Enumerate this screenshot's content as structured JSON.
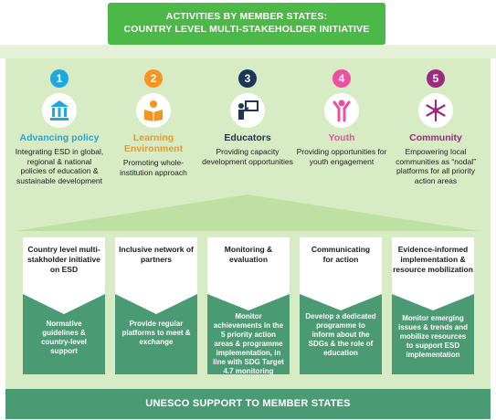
{
  "banner": {
    "line1": "ACTIVITIES BY MEMBER STATES:",
    "line2": "COUNTRY LEVEL MULTI-STAKEHOLDER INITIATIVE"
  },
  "areas": [
    {
      "number": "1",
      "title": "Advancing policy",
      "desc": "Integrating ESD in global, regional & national policies of education & sustainable development",
      "color": "#1fa7e0",
      "icon": "government-building-icon"
    },
    {
      "number": "2",
      "title": "Learning Environment",
      "desc": "Promoting whole-institution approach",
      "color": "#f7941d",
      "icon": "reading-person-icon"
    },
    {
      "number": "3",
      "title": "Educators",
      "desc": "Providing capacity development opportunities",
      "color": "#1d3557",
      "icon": "teacher-board-icon"
    },
    {
      "number": "4",
      "title": "Youth",
      "desc": "Providing opportunities for youth engagement",
      "color": "#ec4ea0",
      "icon": "youth-person-icon"
    },
    {
      "number": "5",
      "title": "Community",
      "desc": "Empowering local communities as “nodal” platforms for all priority action areas",
      "color": "#9c2b7f",
      "icon": "snowflake-community-icon"
    }
  ],
  "pillars": [
    {
      "top": "Country level multi-stakholder initiative on ESD",
      "bottom": "Normative guidelines & country-level support"
    },
    {
      "top": "Inclusive network of partners",
      "bottom": "Provide regular platforms to meet & exchange"
    },
    {
      "top": "Monitoring & evaluation",
      "bottom": "Monitor achievements in the 5 priority action areas & programme implementation, in line with SDG Target 4.7 monitoring"
    },
    {
      "top": "Communicating for action",
      "bottom": "Develop a dedicated programme to inform about the SDGs & the role of education"
    },
    {
      "top": "Evidence-informed implementation & resource mobilization",
      "bottom": "Monitor emerging issues & trends and mobilize resources to support ESD implementation"
    }
  ],
  "footer": {
    "label": "UNESCO SUPPORT TO MEMBER STATES"
  },
  "colors": {
    "banner": "#4cb848",
    "panel": "#d7ebc4",
    "pillar_dark": "#4a9b74",
    "roof": "#bfe0a3"
  }
}
